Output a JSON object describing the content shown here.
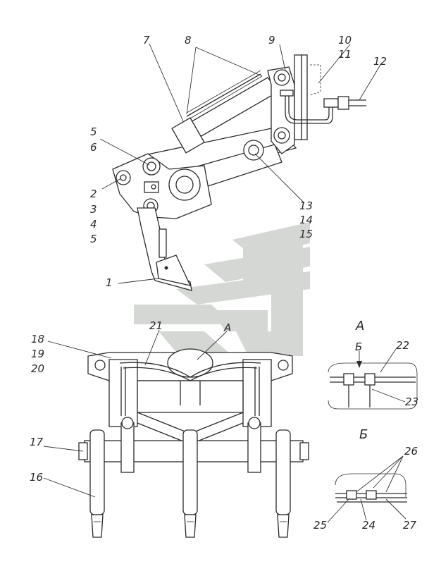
{
  "callouts": {
    "c1": "1",
    "c2": "2",
    "c3": "3",
    "c4": "4",
    "c5a": "5",
    "c5b": "5",
    "c6": "6",
    "c7": "7",
    "c8": "8",
    "c9": "9",
    "c10": "10",
    "c11": "11",
    "c12": "12",
    "c13": "13",
    "c14": "14",
    "c15": "15",
    "c16": "16",
    "c17": "17",
    "c18": "18",
    "c19": "19",
    "c20": "20",
    "c21": "21",
    "c22": "22",
    "c23": "23",
    "c24": "24",
    "c25": "25",
    "c26": "26",
    "c27": "27"
  },
  "views": {
    "A_marker": "A",
    "A_title": "A",
    "B_marker": "Б",
    "B_title": "Б"
  },
  "watermark": "logo"
}
